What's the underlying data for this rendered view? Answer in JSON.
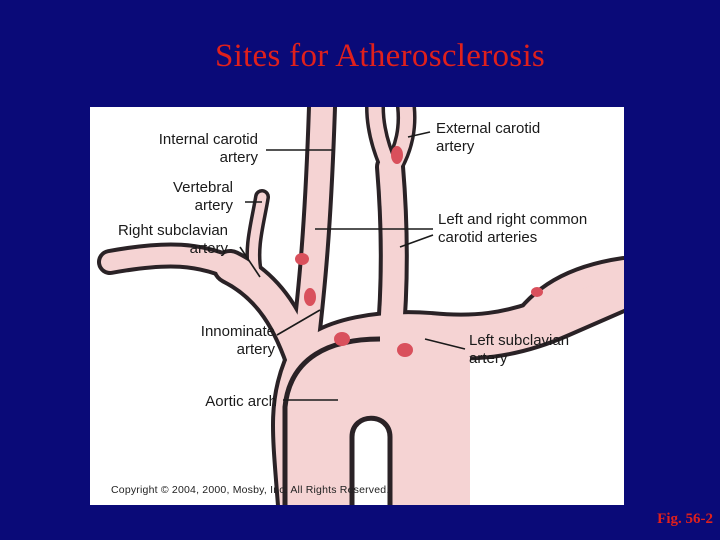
{
  "slide": {
    "title": "Sites for Atherosclerosis",
    "figure_ref": "Fig. 56-2"
  },
  "figure": {
    "labels": {
      "internal_carotid_1": "Internal carotid",
      "internal_carotid_2": "artery",
      "external_carotid_1": "External carotid",
      "external_carotid_2": "artery",
      "vertebral_1": "Vertebral",
      "vertebral_2": "artery",
      "right_subclavian_1": "Right subclavian",
      "right_subclavian_2": "artery",
      "common_carotid_1": "Left and right common",
      "common_carotid_2": "carotid arteries",
      "innominate_1": "Innominate",
      "innominate_2": "artery",
      "left_subclavian_1": "Left subclavian",
      "left_subclavian_2": "artery",
      "aortic_arch": "Aortic arch"
    },
    "copyright": "Copyright © 2004, 2000, Mosby, Inc. All Rights Reserved.",
    "colors": {
      "vessel_lumen": "#f5d3d3",
      "vessel_wall": "#2a2226",
      "plaque": "#d9505c"
    }
  }
}
